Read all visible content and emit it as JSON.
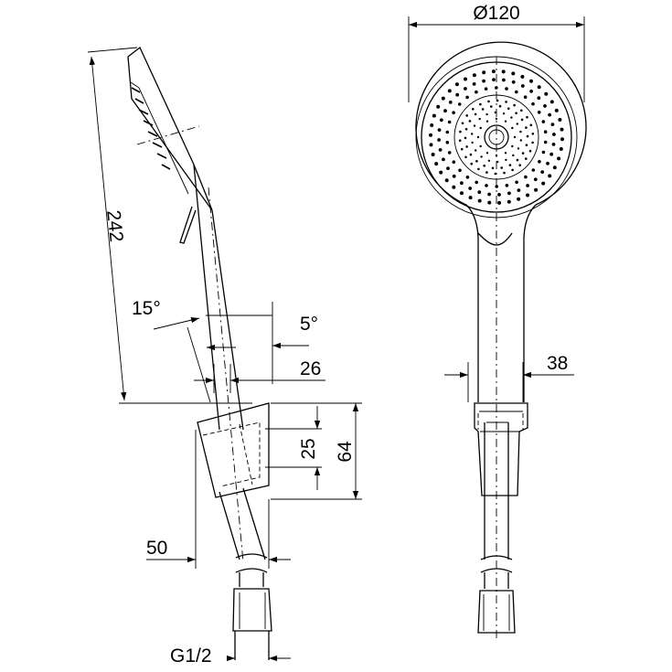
{
  "dimensions": {
    "diameter": "Ø120",
    "length": "242",
    "angle_15": "15°",
    "angle_5": "5°",
    "d26": "26",
    "d25": "25",
    "d64": "64",
    "d50": "50",
    "thread": "G1/2",
    "d38": "38"
  },
  "colors": {
    "line": "#000000",
    "background": "#ffffff"
  }
}
